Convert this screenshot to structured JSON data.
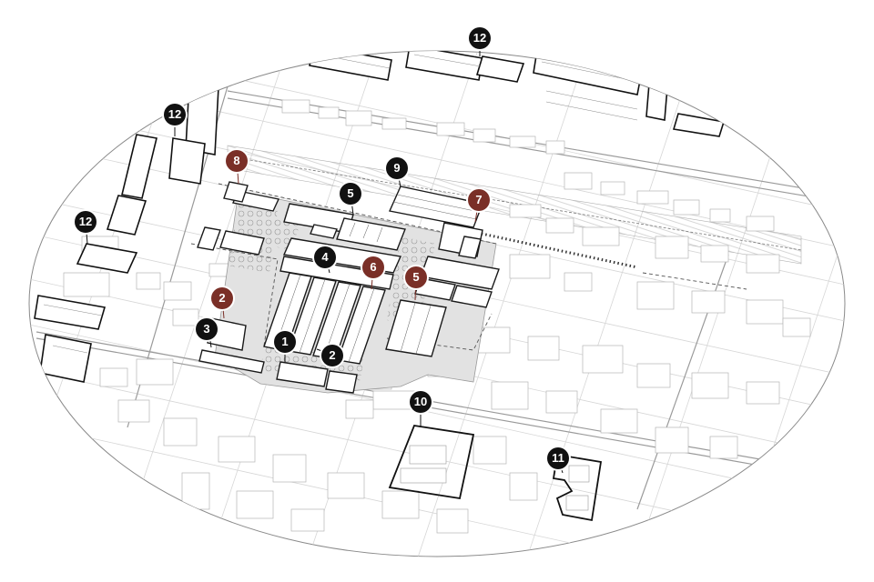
{
  "colors": {
    "marker_dark": "#111111",
    "marker_highlight": "#7a2f27",
    "line": "#3a3a3a",
    "plaza": "#d2d2d2"
  },
  "markers": [
    {
      "id": "m1",
      "label": "1",
      "color": "marker_dark"
    },
    {
      "id": "m2a",
      "label": "2",
      "color": "marker_dark"
    },
    {
      "id": "m2b",
      "label": "2",
      "color": "marker_highlight"
    },
    {
      "id": "m3",
      "label": "3",
      "color": "marker_dark"
    },
    {
      "id": "m4",
      "label": "4",
      "color": "marker_dark"
    },
    {
      "id": "m5a",
      "label": "5",
      "color": "marker_dark"
    },
    {
      "id": "m5b",
      "label": "5",
      "color": "marker_highlight"
    },
    {
      "id": "m6",
      "label": "6",
      "color": "marker_highlight"
    },
    {
      "id": "m7",
      "label": "7",
      "color": "marker_highlight"
    },
    {
      "id": "m8",
      "label": "8",
      "color": "marker_highlight"
    },
    {
      "id": "m9",
      "label": "9",
      "color": "marker_dark"
    },
    {
      "id": "m10",
      "label": "10",
      "color": "marker_dark"
    },
    {
      "id": "m11",
      "label": "11",
      "color": "marker_dark"
    },
    {
      "id": "m12a",
      "label": "12",
      "color": "marker_dark"
    },
    {
      "id": "m12b",
      "label": "12",
      "color": "marker_dark"
    },
    {
      "id": "m12c",
      "label": "12",
      "color": "marker_dark"
    }
  ]
}
